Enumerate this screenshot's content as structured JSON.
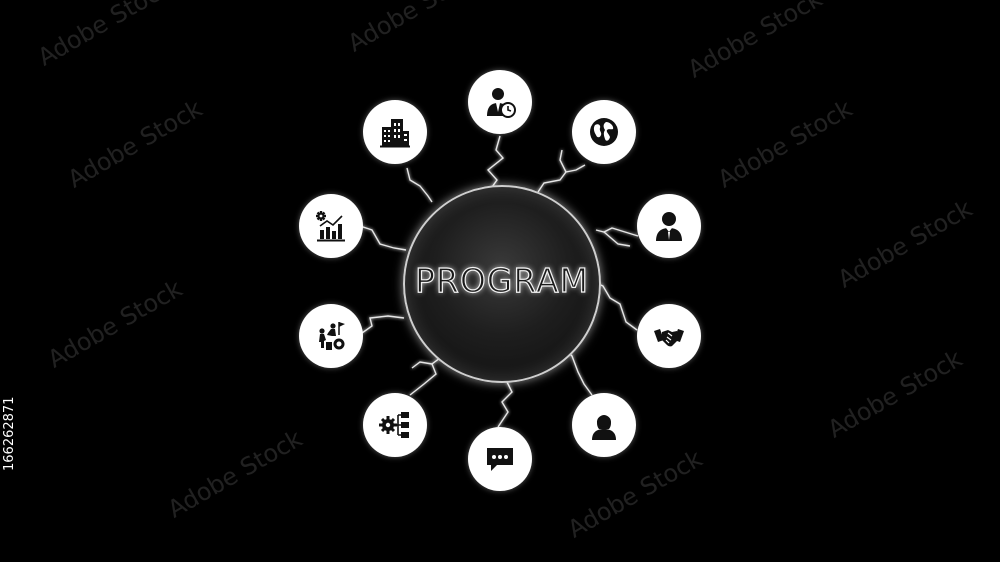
{
  "hub": {
    "label": "PROGRAM"
  },
  "image_id": "166262871",
  "watermark": "Adobe Stock",
  "colors": {
    "background": "#000000",
    "node_fill": "#ffffff",
    "icon": "#111111",
    "glow": "#e0e0e0"
  },
  "nodes": [
    {
      "icon": "businessman-clock-icon"
    },
    {
      "icon": "globe-icon"
    },
    {
      "icon": "businessman-icon"
    },
    {
      "icon": "handshake-icon"
    },
    {
      "icon": "businesswoman-icon"
    },
    {
      "icon": "chat-bubble-icon"
    },
    {
      "icon": "gear-hierarchy-icon"
    },
    {
      "icon": "teamwork-goal-icon"
    },
    {
      "icon": "gear-growth-chart-icon"
    },
    {
      "icon": "office-buildings-icon"
    }
  ]
}
